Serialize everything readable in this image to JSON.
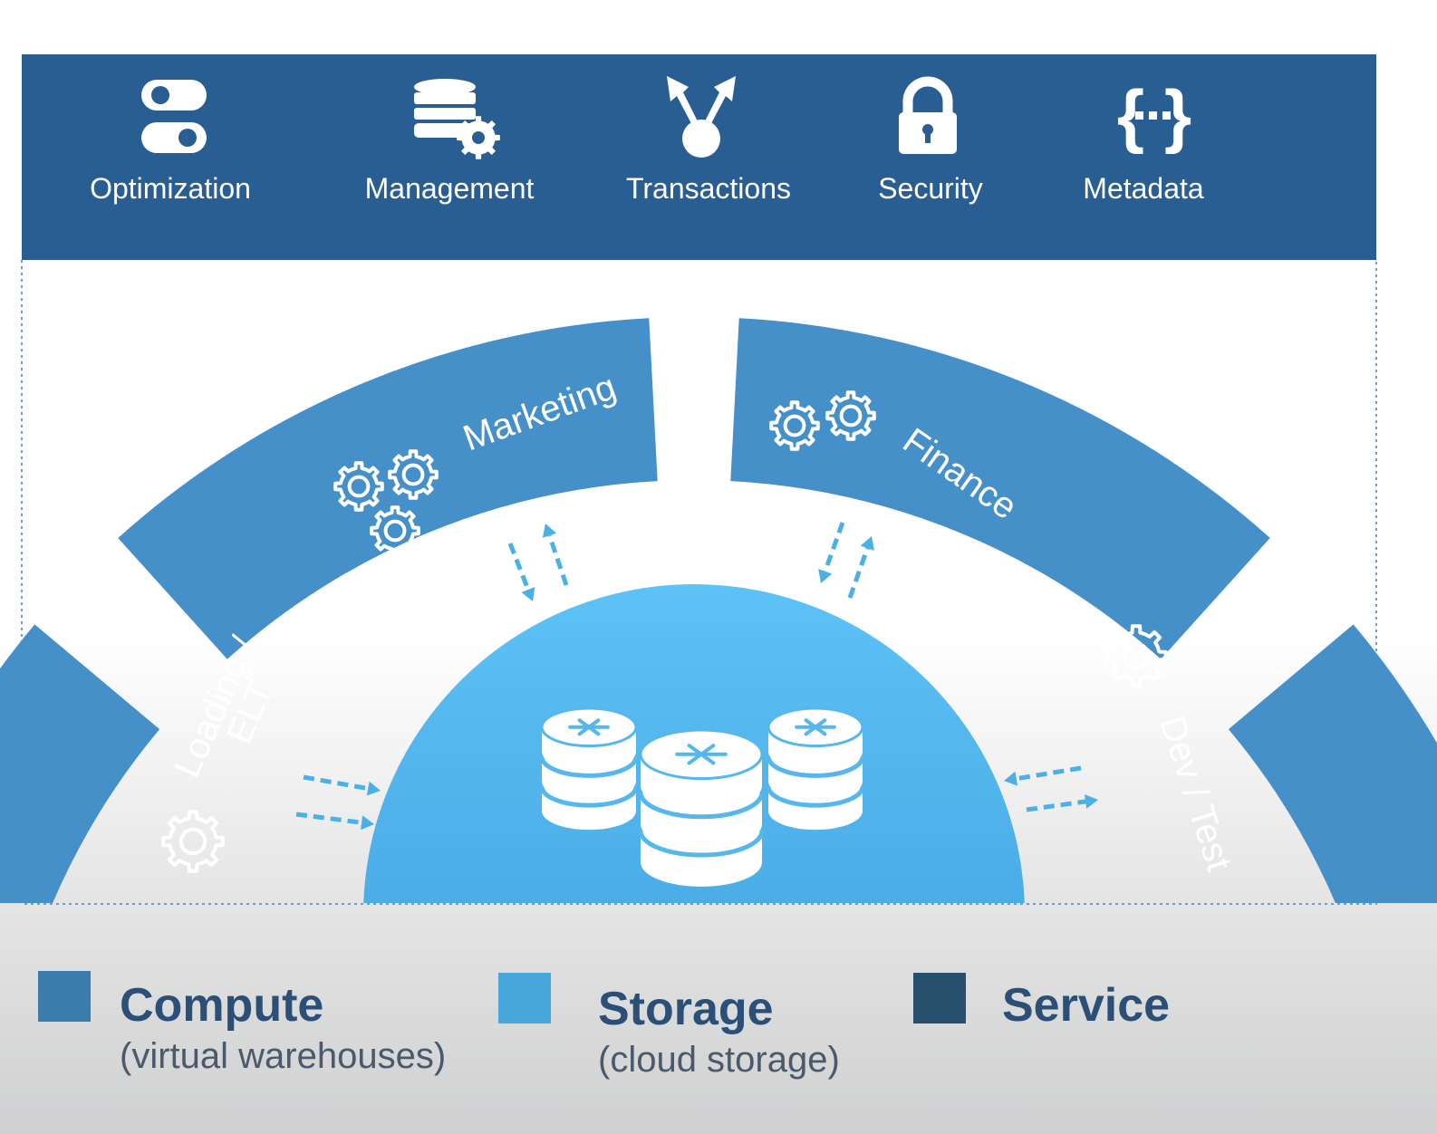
{
  "colors": {
    "service": "#295e93",
    "compute": "#4590c9",
    "storage": "#4fb2e8",
    "storage_top": "#5dc2f6",
    "arrow": "#4ab0e6",
    "swatch_compute": "#3a7cac",
    "swatch_storage": "#47a7db",
    "swatch_service": "#26506c"
  },
  "services": [
    {
      "label": "Optimization",
      "icon": "toggle-switches-icon"
    },
    {
      "label": "Management",
      "icon": "database-gear-icon"
    },
    {
      "label": "Transactions",
      "icon": "split-arrows-icon"
    },
    {
      "label": "Security",
      "icon": "padlock-icon"
    },
    {
      "label": "Metadata",
      "icon": "braces-ellipsis-icon"
    }
  ],
  "compute_segments": [
    {
      "label": "Loading /",
      "label2": "ELT",
      "icon": "gear-icon"
    },
    {
      "label": "Marketing",
      "icon": "gears-icon"
    },
    {
      "label": "Finance",
      "icon": "gears-icon"
    },
    {
      "label": "Dev / Test",
      "icon": "gear-icon"
    }
  ],
  "storage": {
    "icon": "snowflake-database-icon"
  },
  "legend": [
    {
      "title": "Compute",
      "subtitle": "(virtual warehouses)"
    },
    {
      "title": "Storage",
      "subtitle": "(cloud storage)"
    },
    {
      "title": "Service",
      "subtitle": ""
    }
  ]
}
